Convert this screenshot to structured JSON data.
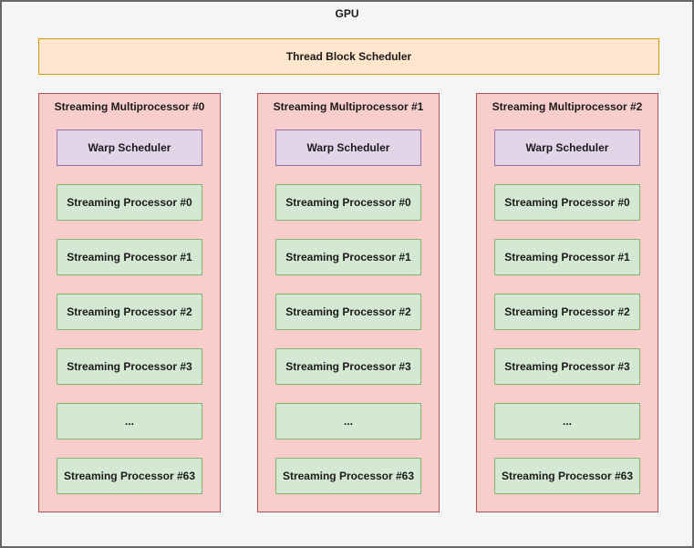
{
  "diagram": {
    "title": "GPU",
    "thread_block_scheduler": {
      "label": "Thread Block Scheduler"
    },
    "multiprocessors": [
      {
        "title": "Streaming Multiprocessor #0",
        "warp_scheduler_label": "Warp Scheduler",
        "processors": [
          "Streaming Processor #0",
          "Streaming Processor #1",
          "Streaming Processor #2",
          "Streaming Processor #3",
          "...",
          "Streaming Processor #63"
        ]
      },
      {
        "title": "Streaming Multiprocessor #1",
        "warp_scheduler_label": "Warp Scheduler",
        "processors": [
          "Streaming Processor #0",
          "Streaming Processor #1",
          "Streaming Processor #2",
          "Streaming Processor #3",
          "...",
          "Streaming Processor #63"
        ]
      },
      {
        "title": "Streaming Multiprocessor #2",
        "warp_scheduler_label": "Warp Scheduler",
        "processors": [
          "Streaming Processor #0",
          "Streaming Processor #1",
          "Streaming Processor #2",
          "Streaming Processor #3",
          "...",
          "Streaming Processor #63"
        ]
      }
    ],
    "colors": {
      "canvas_background": "#f5f5f5",
      "canvas_border": "#666666",
      "scheduler_fill": "#ffe6cc",
      "scheduler_stroke": "#d79b00",
      "multiprocessor_fill": "#f8cecc",
      "multiprocessor_stroke": "#b85450",
      "warp_fill": "#e1d5e7",
      "warp_stroke": "#9673a6",
      "processor_fill": "#d5e8d4",
      "processor_stroke": "#82b366",
      "text": "#1a1a1a"
    }
  }
}
